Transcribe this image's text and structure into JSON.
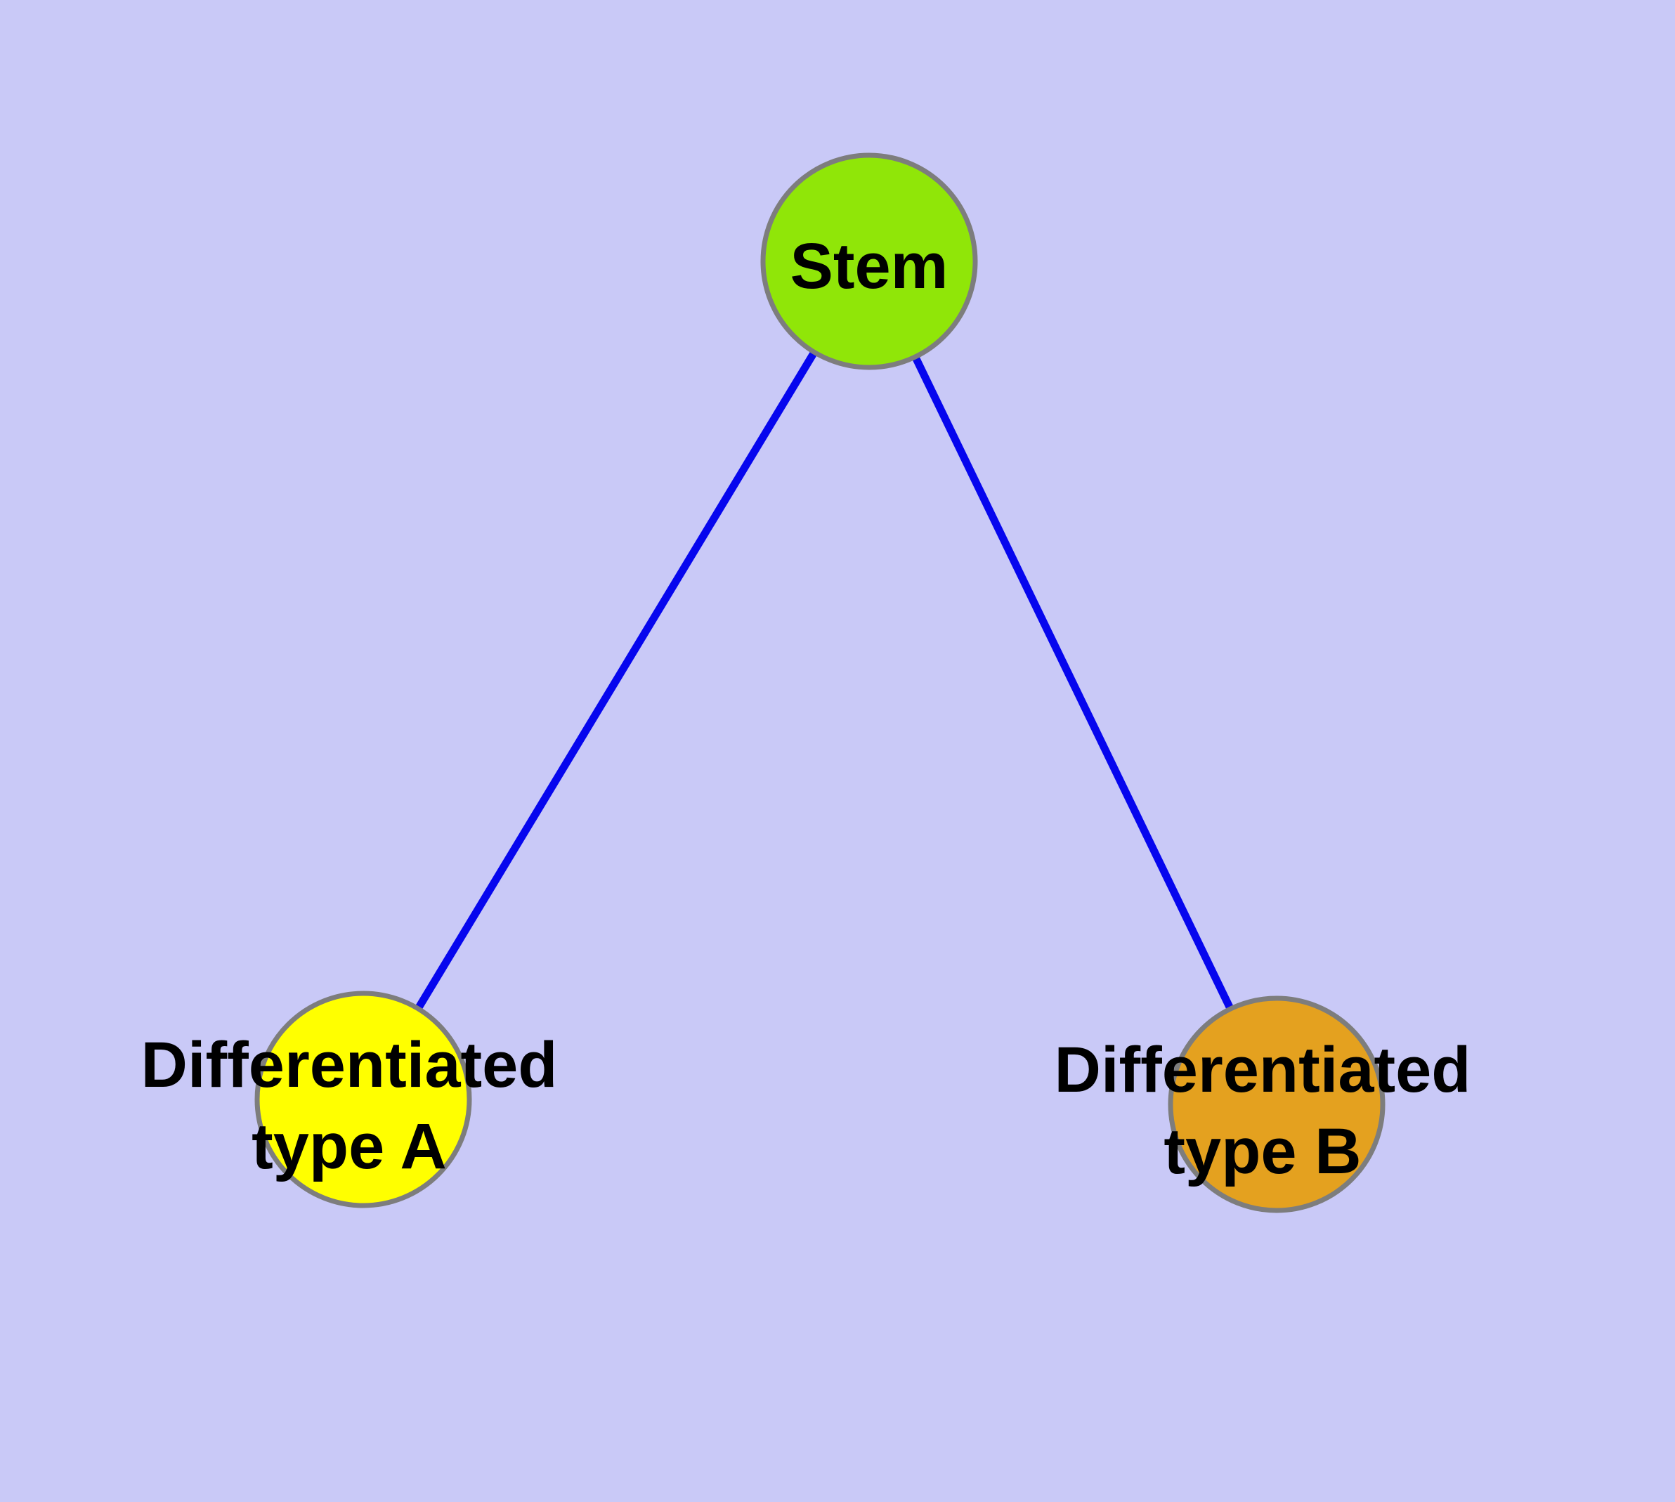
{
  "canvas": {
    "background_color": "#c9c9f7",
    "node_border_color": "#7d7d7d",
    "edge_color": "#0606ee",
    "text_color": "#000000"
  },
  "nodes": [
    {
      "id": "stem",
      "label": "Stem",
      "label_lines": {
        "line1": "Stem"
      },
      "fill": "#90e608"
    },
    {
      "id": "differentiated-type-a",
      "label": "Differentiated type A",
      "label_lines": {
        "line1": "Differentiated",
        "line2": "type A"
      },
      "fill": "#ffff00"
    },
    {
      "id": "differentiated-type-b",
      "label": "Differentiated type B",
      "label_lines": {
        "line1": "Differentiated",
        "line2": "type B"
      },
      "fill": "#e4a11f"
    }
  ],
  "edges": [
    {
      "from": "Stem",
      "to": "Differentiated type A"
    },
    {
      "from": "Stem",
      "to": "Differentiated type B"
    }
  ]
}
